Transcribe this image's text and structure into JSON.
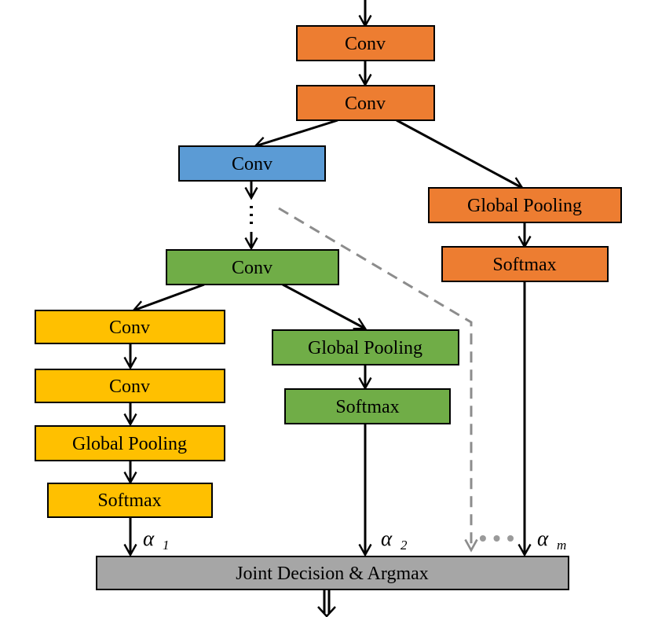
{
  "colors": {
    "orange": "#ED7D31",
    "blue": "#5B9BD5",
    "green": "#70AD47",
    "yellow": "#FFC000",
    "gray": "#A6A6A6",
    "dashed": "#8C8C8C"
  },
  "nodes": {
    "conv_top_1": "Conv",
    "conv_top_2": "Conv",
    "conv_blue": "Conv",
    "conv_green": "Conv",
    "gp_orange": "Global Pooling",
    "softmax_orange": "Softmax",
    "conv_yellow_1": "Conv",
    "conv_yellow_2": "Conv",
    "gp_yellow": "Global Pooling",
    "softmax_yellow": "Softmax",
    "gp_green": "Global Pooling",
    "softmax_green": "Softmax",
    "joint": "Joint Decision & Argmax"
  },
  "weights": {
    "a1": {
      "symbol": "α",
      "sub": "1"
    },
    "a2": {
      "symbol": "α",
      "sub": "2"
    },
    "am": {
      "symbol": "α",
      "sub": "m"
    }
  },
  "ellipsis": "• • •"
}
